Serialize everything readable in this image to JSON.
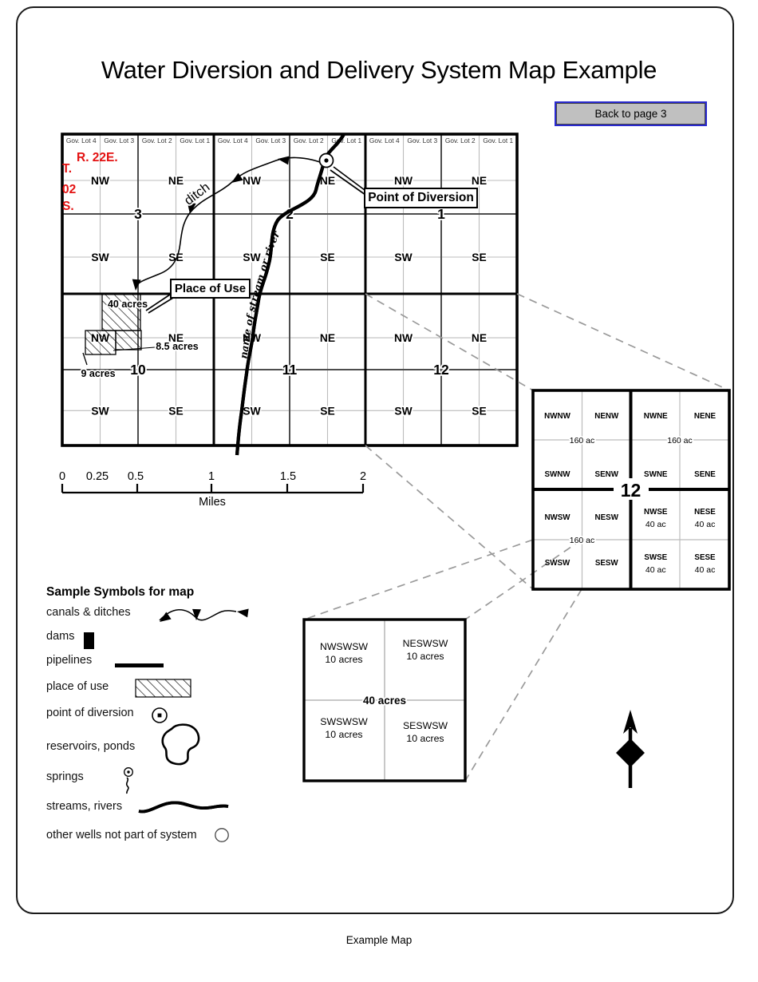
{
  "page": {
    "title": "Water Diversion and Delivery System Map Example",
    "back_button_label": "Back to page 3",
    "caption": "Example Map"
  },
  "township": {
    "range_label": "R. 22E.",
    "t": "T.",
    "num": "02",
    "s": "S."
  },
  "map": {
    "gov_lots": [
      "Gov. Lot 4",
      "Gov. Lot 3",
      "Gov. Lot 2",
      "Gov. Lot 1"
    ],
    "quarter_labels": [
      "NW",
      "NE",
      "SW",
      "SE"
    ],
    "section_numbers": [
      "3",
      "2",
      "1",
      "10",
      "11",
      "12"
    ],
    "features": {
      "ditch_label": "ditch",
      "stream_label": "name of stream or river",
      "point_of_diversion": "Point of Diversion",
      "place_of_use": "Place of Use",
      "parcel_40": "40 acres",
      "parcel_8_5": "8.5 acres",
      "parcel_9": "9 acres"
    }
  },
  "scalebar": {
    "labels": [
      "0",
      "0.25",
      "0.5",
      "1",
      "1.5",
      "2"
    ],
    "unit": "Miles"
  },
  "detail_section": {
    "number": "12",
    "rows": [
      [
        "NWNW",
        "NENW",
        "NWNE",
        "NENE"
      ],
      [
        "SWNW",
        "SENW",
        "SWNE",
        "SENE"
      ],
      [
        "NWSW",
        "NESW",
        "NWSE",
        "NESE"
      ],
      [
        "SWSW",
        "SESW",
        "SWSE",
        "SESE"
      ]
    ],
    "quarter_acres_label": "160 ac",
    "forty_acres_label": "40 ac"
  },
  "detail_forty": {
    "center_label": "40 acres",
    "cells": [
      {
        "name": "NWSWSW",
        "acres": "10 acres"
      },
      {
        "name": "NESWSW",
        "acres": "10 acres"
      },
      {
        "name": "SWSWSW",
        "acres": "10 acres"
      },
      {
        "name": "SESWSW",
        "acres": "10 acres"
      }
    ]
  },
  "legend": {
    "header": "Sample Symbols for map",
    "items": [
      "canals & ditches",
      "dams",
      "pipelines",
      "place of use",
      "point of diversion",
      "reservoirs, ponds",
      "springs",
      "streams, rivers",
      "other wells not part of system"
    ]
  },
  "compass": {
    "label": "N"
  },
  "colors": {
    "accent_red": "#e31212",
    "button_fill": "#c0c0c0",
    "button_border": "#2a2ad0",
    "grid_light": "#bcbcbc",
    "grid_mid": "#4d4d4d",
    "dash_gray": "#9a9a9a"
  }
}
